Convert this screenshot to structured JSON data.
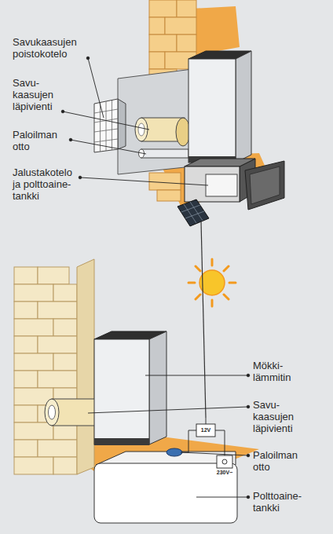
{
  "diagram": {
    "labels": [
      "Savukaasujen poistokotelo",
      "Savu- kaasujen läpivienti",
      "Paloilman otto",
      "Jalustakotelo ja polttoaine- tankki",
      "Mökki- lämmitin",
      "Savu- kaasujen läpivienti",
      "12V",
      "Paloilman otto",
      "230V~",
      "Polttoaine- tankki"
    ]
  }
}
